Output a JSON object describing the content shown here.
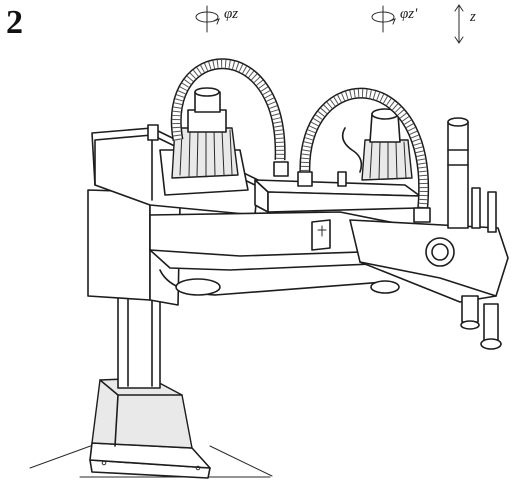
{
  "figure": {
    "number": "2",
    "labels": {
      "rotation_1": "φz",
      "rotation_2": "φz'",
      "translation": "z"
    }
  }
}
